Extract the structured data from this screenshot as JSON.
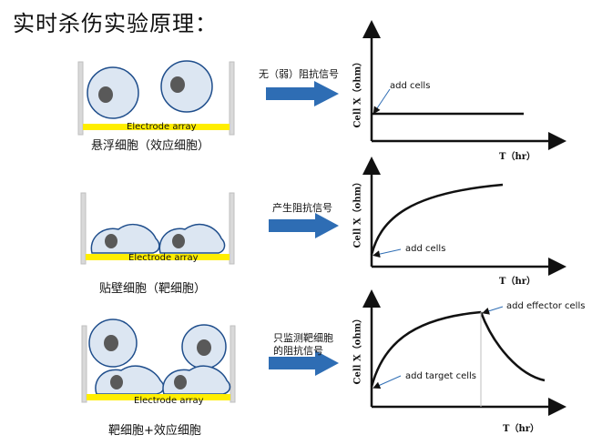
{
  "title": "实时杀伤实验原理：",
  "panels": [
    {
      "caption": "悬浮细胞（效应细胞）",
      "electrode_label": "Electrode array",
      "arrow_label": "无（弱）阻抗信号",
      "plot": {
        "x_label": "T（hr）",
        "y_label": "Cell X（ohm）",
        "annotations": [
          "add cells"
        ]
      }
    },
    {
      "caption": "贴壁细胞（靶细胞）",
      "electrode_label": "Electrode array",
      "arrow_label": "产生阻抗信号",
      "plot": {
        "x_label": "T（hr）",
        "y_label": "Cell X（ohm）",
        "annotations": [
          "add cells"
        ]
      }
    },
    {
      "caption": "靶细胞+效应细胞",
      "electrode_label": "Electrode array",
      "arrow_label_lines": [
        "只监测靶细胞",
        "的阻抗信号"
      ],
      "plot": {
        "x_label": "T（hr）",
        "y_label": "Cell X（ohm）",
        "annotations": [
          "add  target cells",
          "add  effector cells"
        ]
      }
    }
  ],
  "colors": {
    "electrode": "#ffee00",
    "cell_fill": "#dce6f2",
    "cell_stroke": "#1f4e8c",
    "nucleus": "#595959",
    "arrow": "#2e6db4"
  }
}
